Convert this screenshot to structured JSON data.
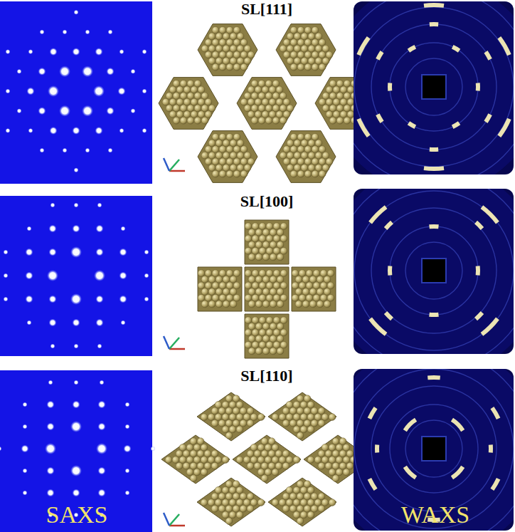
{
  "diagram": {
    "labels": [
      "SL[111]",
      "SL[100]",
      "SL[110]",
      "SAXS",
      "WAXS"
    ]
  }
}
